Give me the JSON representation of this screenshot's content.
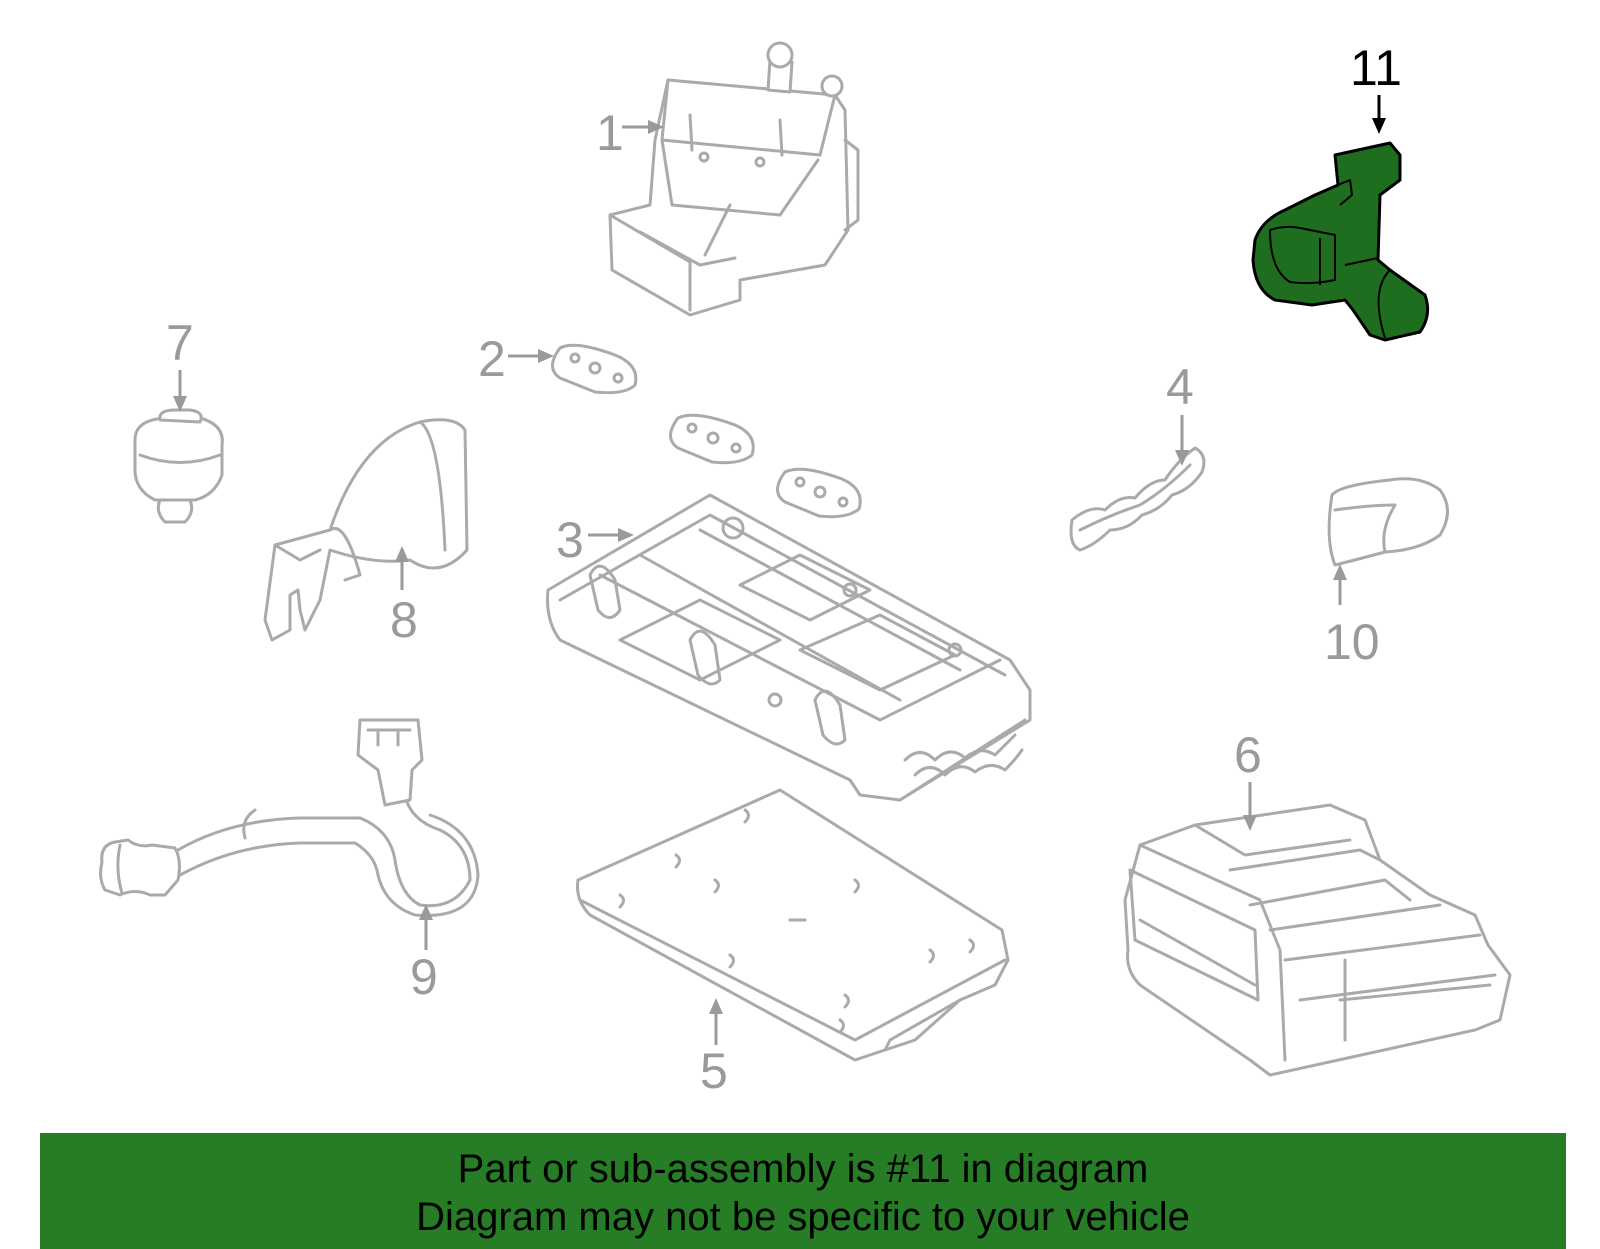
{
  "callouts": [
    "1",
    "2",
    "3",
    "4",
    "5",
    "6",
    "7",
    "8",
    "9",
    "10",
    "11"
  ],
  "highlighted_part": "11",
  "banner": {
    "line1": "Part or sub-assembly is #11 in diagram",
    "line2": "Diagram may not be specific to your vehicle"
  },
  "colors": {
    "highlight_fill": "#1f6e1f",
    "banner_bg": "#267d26",
    "part_outline": "#aaaaaa",
    "callout_text": "#9a9a9a"
  }
}
